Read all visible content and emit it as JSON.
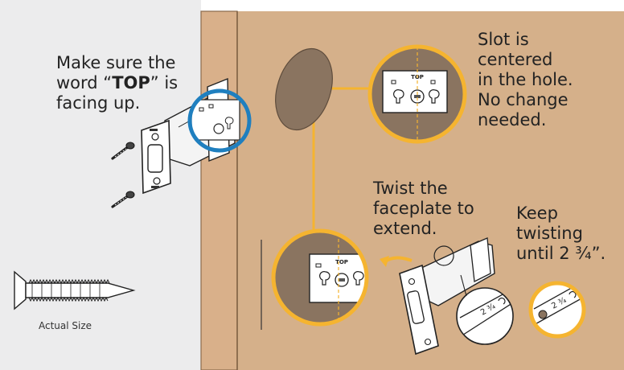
{
  "instruction_top": {
    "prefix": "Make sure the\nword “",
    "emphasis": "TOP",
    "suffix": "” is\nfacing up."
  },
  "callout_centered": "Slot is\ncentered\nin the hole.\nNo change\nneeded.",
  "callout_twist": "Twist the\nfaceplate to\nextend.",
  "callout_keep": "Keep\ntwisting\nuntil 2 ¾”.",
  "screw_caption": "Actual Size",
  "latch_stamp": "TOP",
  "gauge_marking": "2 ¾",
  "colors": {
    "wall": "#ececed",
    "door_edge": "#d9b08a",
    "door_face": "#d5b08a",
    "bore_hole": "#8a7460",
    "accent_orange": "#f5b430",
    "accent_blue": "#1f7fbf",
    "text": "#222222"
  }
}
